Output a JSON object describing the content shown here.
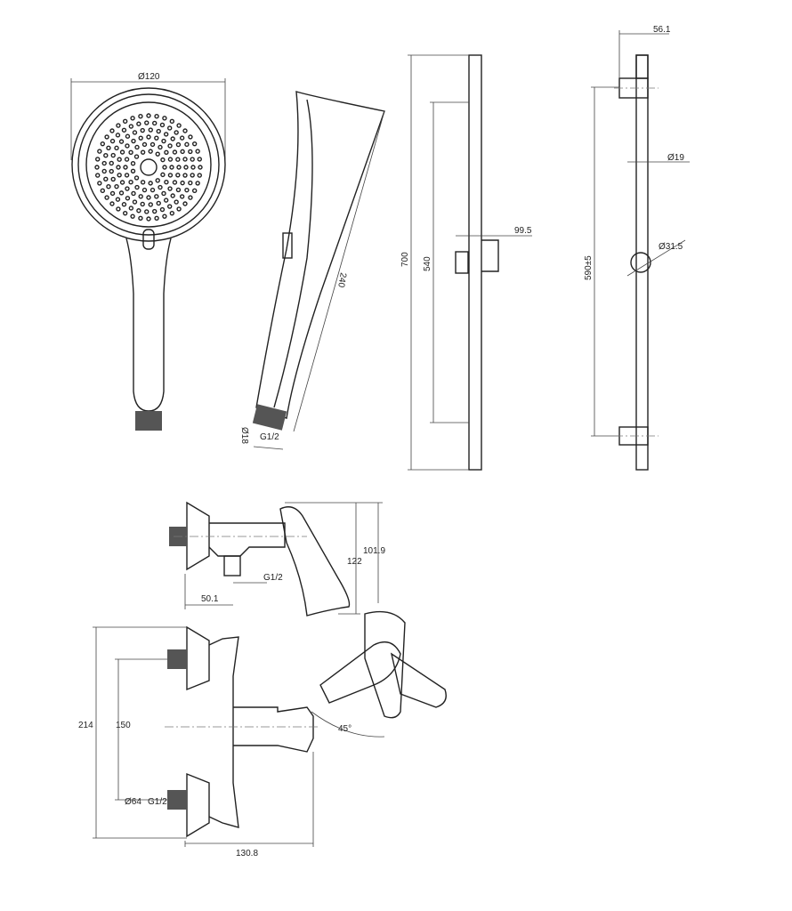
{
  "title": "Shower set technical drawing",
  "handshower": {
    "diameter": "Ø120",
    "length": "240",
    "connector": "G1/2",
    "neck": "Ø18"
  },
  "rail_front": {
    "total": "700",
    "inner": "540",
    "slider": "99.5"
  },
  "rail_side": {
    "offset": "56.1",
    "tube": "Ø19",
    "knob": "Ø31.5",
    "centers": "590±5"
  },
  "mixer_top": {
    "depth": "50.1",
    "thread": "G1/2",
    "height_a": "122",
    "height_b": "101.9"
  },
  "mixer_front": {
    "total": "214",
    "centers": "150",
    "escutcheon": "Ø64",
    "thread": "G1/2",
    "width": "130.8",
    "angle": "45°"
  }
}
